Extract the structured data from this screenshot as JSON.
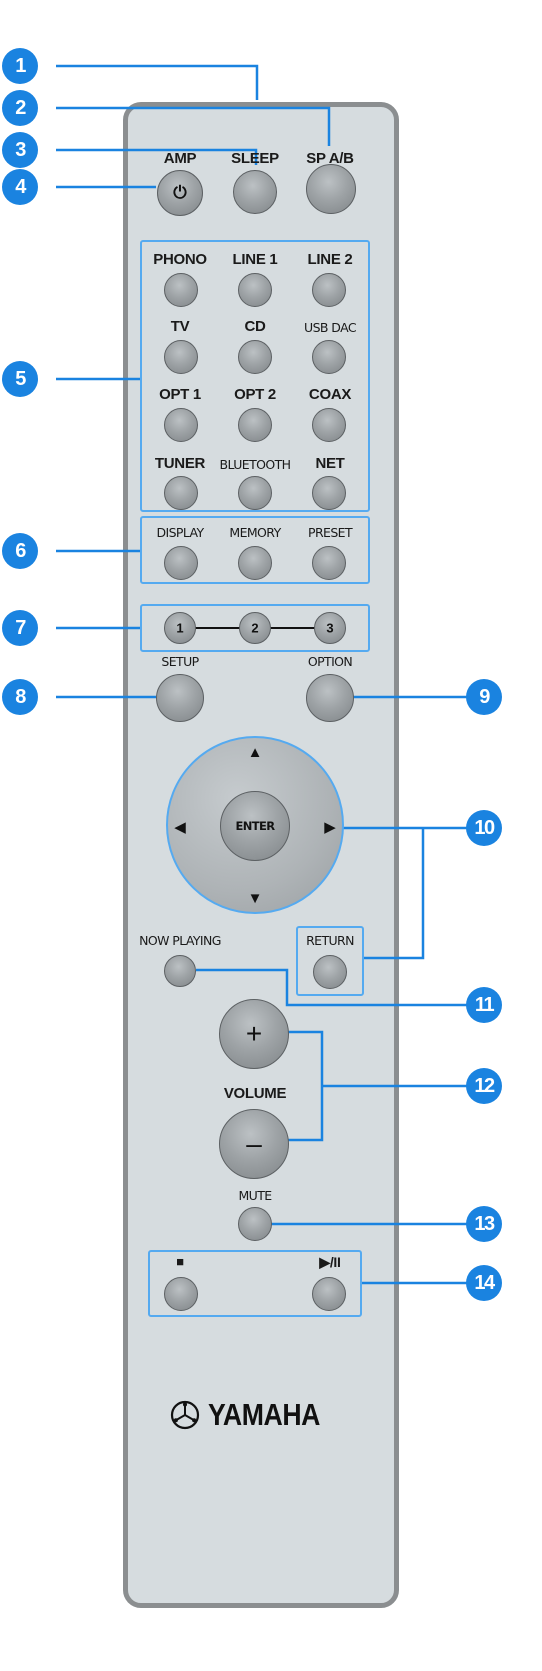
{
  "labels": {
    "amp": "AMP",
    "sleep": "SLEEP",
    "spab": "SP A/B",
    "phono": "PHONO",
    "line1": "LINE 1",
    "line2": "LINE 2",
    "tv": "TV",
    "cd": "CD",
    "usbdac": "USB DAC",
    "opt1": "OPT 1",
    "opt2": "OPT 2",
    "coax": "COAX",
    "tuner": "TUNER",
    "bluetooth": "BLUETOOTH",
    "net": "NET",
    "display": "DISPLAY",
    "memory": "MEMORY",
    "preset": "PRESET",
    "setup": "SETUP",
    "option": "OPTION",
    "now_playing": "NOW PLAYING",
    "return": "RETURN",
    "volume": "VOLUME",
    "mute": "MUTE"
  },
  "glyphs": {
    "power": "⏻",
    "preset1": "1",
    "preset2": "2",
    "preset3": "3",
    "enter": "ENTER",
    "up": "▲",
    "down": "▼",
    "left": "◀",
    "right": "▶",
    "vol_up": "+",
    "vol_down": "–",
    "stop": "■",
    "play_pause": "▶/II"
  },
  "callouts": [
    "1",
    "2",
    "3",
    "4",
    "5",
    "6",
    "7",
    "8",
    "9",
    "10",
    "11",
    "12",
    "13",
    "14"
  ],
  "brand": {
    "name": "YAMAHA",
    "logo_icon": "tuning-fork-emblem"
  },
  "colors": {
    "callout": "#1a83e0",
    "highlight": "#55aaf0",
    "body": "#d6dcdf",
    "frame": "#8b8e90"
  }
}
